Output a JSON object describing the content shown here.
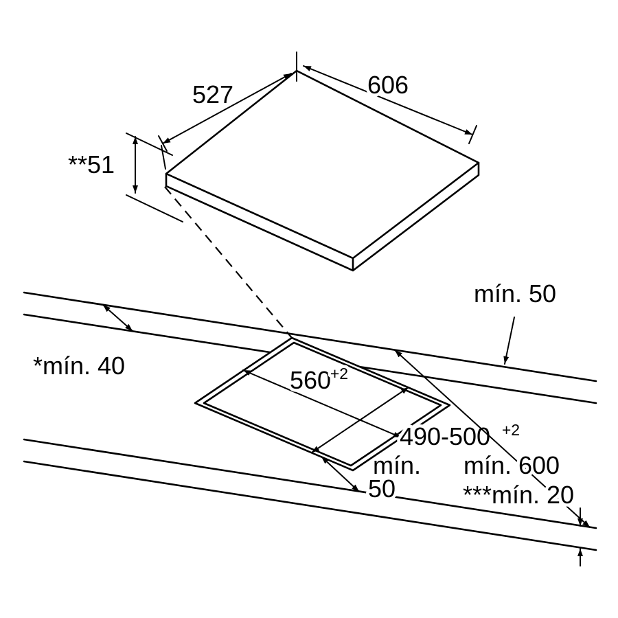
{
  "diagram": {
    "kind": "hob-installation-dimension-drawing",
    "colors": {
      "line": "#000000",
      "background": "#ffffff"
    },
    "dimensions": {
      "hob_width": "527",
      "hob_depth": "606",
      "hob_height": "**51",
      "cutout_width": "560",
      "cutout_width_tolerance": "+2",
      "cutout_depth": "490-500",
      "cutout_depth_tolerance": "+2",
      "clearance_rear": "mín. 50",
      "clearance_side": "*mín. 40",
      "clearance_front_line1": "mín.",
      "clearance_front_line2": "50",
      "worktop_depth": "mín. 600",
      "clearance_below": "***mín. 20"
    }
  }
}
